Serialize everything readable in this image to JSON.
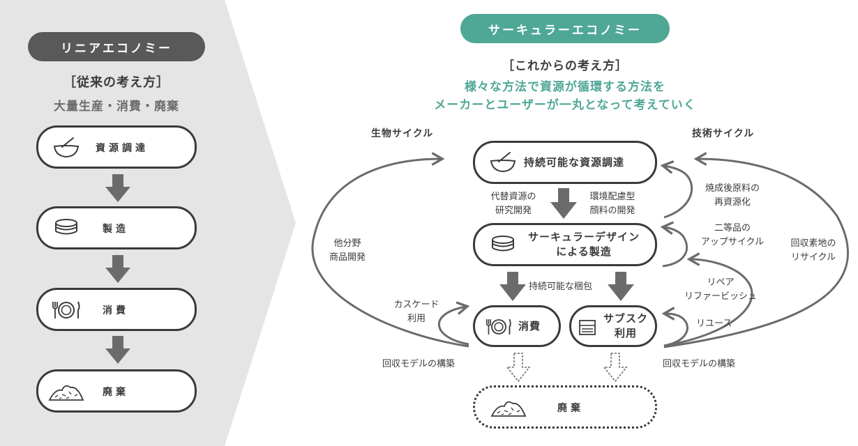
{
  "linear": {
    "badge": "リニアエコノミー",
    "subtitle": "［従来の考え方］",
    "description": "大量生産・消費・廃棄",
    "steps": [
      {
        "label": "資源調達",
        "icon": "bowl-icon"
      },
      {
        "label": "製造",
        "icon": "plates-icon"
      },
      {
        "label": "消費",
        "icon": "dining-icon"
      },
      {
        "label": "廃棄",
        "icon": "waste-pile-icon"
      }
    ]
  },
  "circular": {
    "badge": "サーキュラーエコノミー",
    "subtitle": "［これからの考え方］",
    "tagline_1": "様々な方法で資源が循環する方法を",
    "tagline_2": "メーカーとユーザーが一丸となって考えていく",
    "cycle_left": "生物サイクル",
    "cycle_right": "技術サイクル",
    "nodes": {
      "sourcing": "持続可能な資源調達",
      "design_1": "サーキュラーデザイン",
      "design_2": "による製造",
      "consume": "消費",
      "subscribe_1": "サブスク",
      "subscribe_2": "利用",
      "waste": "廃棄"
    },
    "annotations": {
      "alt_resource_1": "代替資源の",
      "alt_resource_2": "研究開発",
      "eco_mold_1": "環境配慮型",
      "eco_mold_2": "顔料の開発",
      "packaging": "持続可能な梱包",
      "other_field_1": "他分野",
      "other_field_2": "商品開発",
      "cascade_1": "カスケード",
      "cascade_2": "利用",
      "collect_left": "回収モデルの構築",
      "collect_right": "回収モデルの構築",
      "fired_1": "焼成後原料の",
      "fired_2": "再資源化",
      "second_1": "二等品の",
      "second_2": "アップサイクル",
      "repair_1": "リペア",
      "repair_2": "リファービッシュ",
      "reuse": "リユース",
      "body_1": "回収素地の",
      "body_2": "リサイクル"
    }
  },
  "colors": {
    "linear_badge": "#595959",
    "circular_badge": "#4fa796",
    "accent_text": "#4fa796",
    "panel": "#e4e5e4",
    "stroke": "#3a3a3a",
    "arrow": "#6b6b6b"
  }
}
